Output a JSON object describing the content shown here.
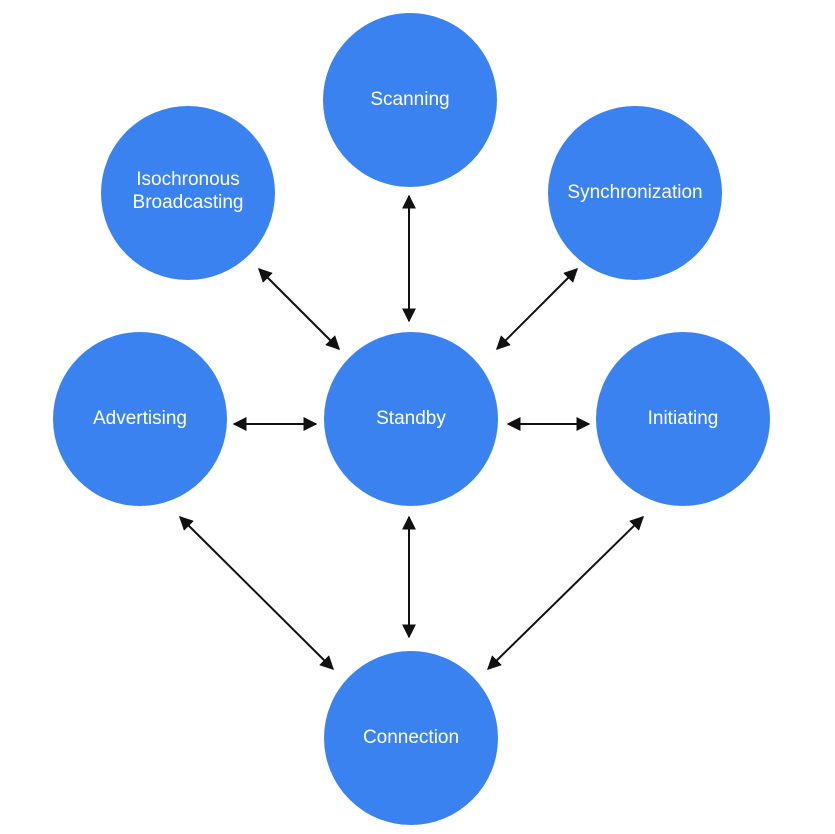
{
  "colors": {
    "node_fill": "#3b82f1",
    "label": "#ffffff",
    "arrow": "#111111",
    "background": "#ffffff"
  },
  "nodes": {
    "scanning": {
      "label": "Scanning"
    },
    "isochronous": {
      "label_lines": [
        "Isochronous",
        "Broadcasting"
      ]
    },
    "synchronization": {
      "label": "Synchronization"
    },
    "advertising": {
      "label": "Advertising"
    },
    "standby": {
      "label": "Standby"
    },
    "initiating": {
      "label": "Initiating"
    },
    "connection": {
      "label": "Connection"
    }
  }
}
